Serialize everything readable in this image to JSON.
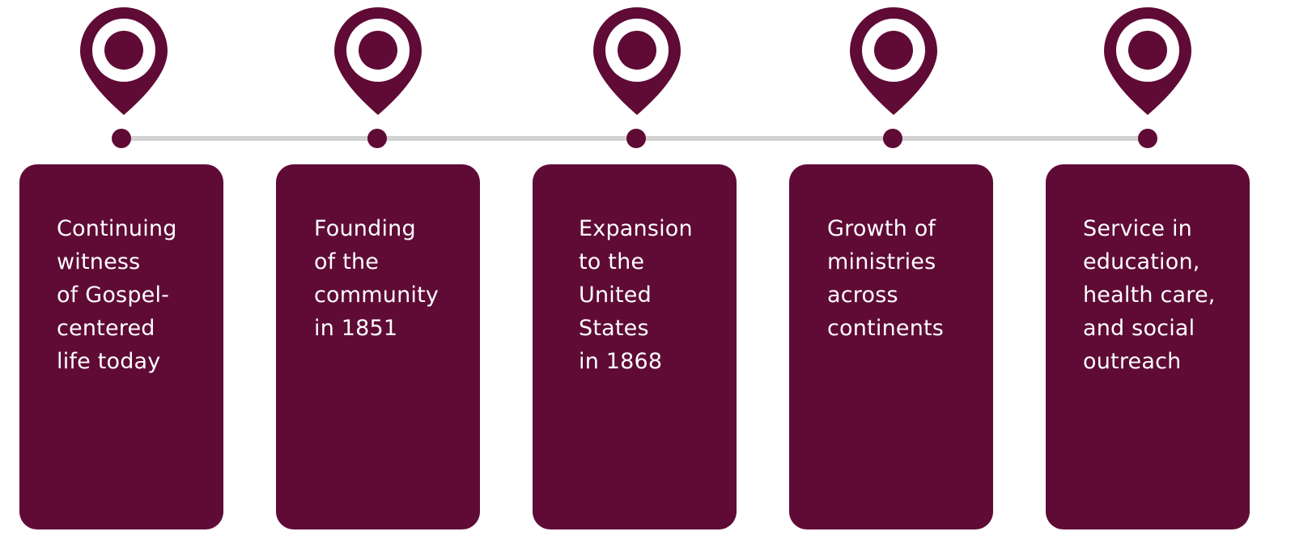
{
  "colors": {
    "accent": "#5f0b36",
    "line": "#d2d2d2"
  },
  "milestones": [
    {
      "icon": "map-pin-icon",
      "text": "Continuing\nwitness\nof Gospel-\ncentered\nlife today"
    },
    {
      "icon": "map-pin-icon",
      "text": "Founding\nof the\ncommunity\nin 1851"
    },
    {
      "icon": "map-pin-icon",
      "text": "Expansion\nto the\nUnited\nStates\nin 1868"
    },
    {
      "icon": "map-pin-icon",
      "text": "Growth of\nministries\nacross\ncontinents"
    },
    {
      "icon": "map-pin-icon",
      "text": "Service in\neducation,\nhealth care,\nand social\noutreach"
    }
  ]
}
